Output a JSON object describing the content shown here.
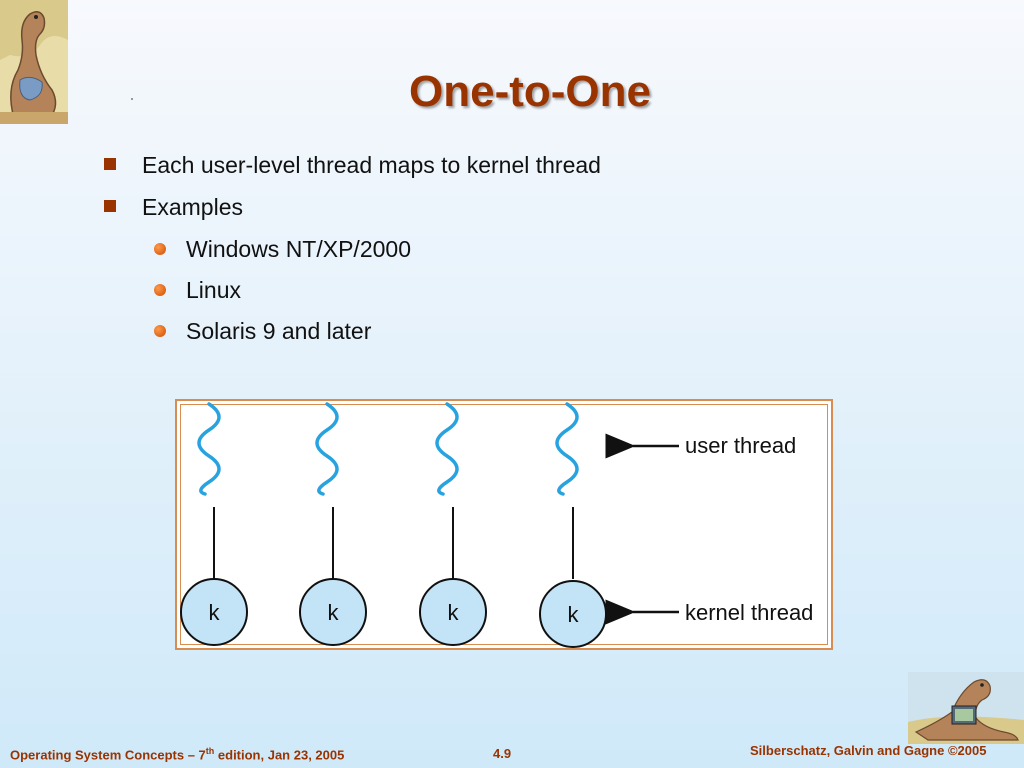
{
  "slide": {
    "title": "One-to-One",
    "bullets": [
      {
        "text": "Each user-level thread maps to kernel thread"
      },
      {
        "text": "Examples"
      }
    ],
    "sub_bullets": [
      {
        "text": "Windows NT/XP/2000"
      },
      {
        "text": "Linux"
      },
      {
        "text": "Solaris 9 and later"
      }
    ]
  },
  "diagram": {
    "kernel_label": "k",
    "user_thread_label": "user thread",
    "kernel_thread_label": "kernel thread",
    "colors": {
      "thread_wave": "#29a3e0",
      "kernel_fill": "#c3e4f7",
      "border": "#d98c4f"
    }
  },
  "footer": {
    "left_prefix": "Operating System Concepts – 7",
    "left_sup": "th",
    "left_suffix": " edition, Jan 23, 2005",
    "page_number": "4.9",
    "right": "Silberschatz, Galvin and Gagne ©2005"
  },
  "colors": {
    "accent": "#993300"
  }
}
